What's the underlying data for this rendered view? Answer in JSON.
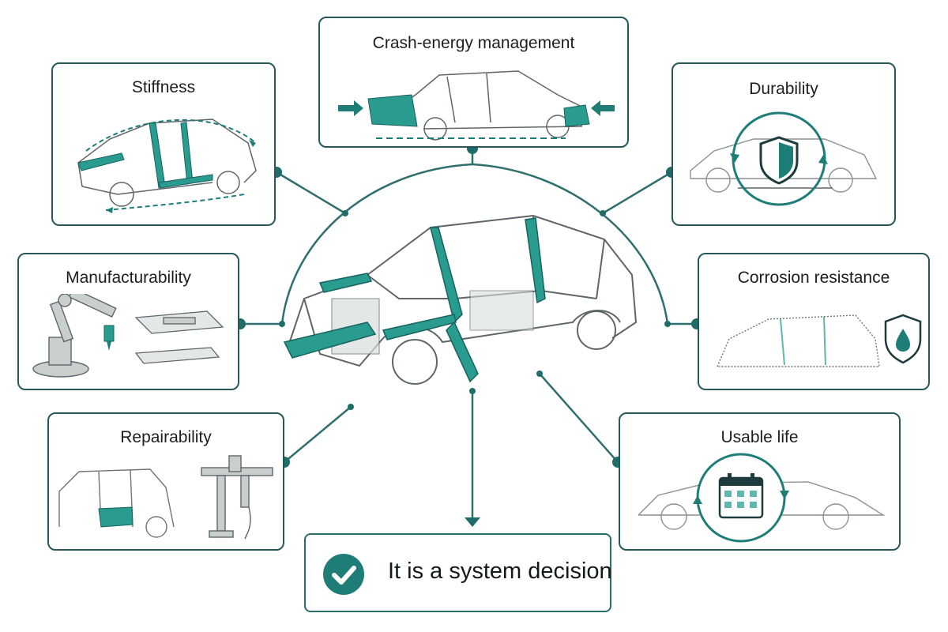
{
  "colors": {
    "accent": "#1f7d78",
    "accent_light": "#5fb8ad",
    "border": "#27585a",
    "line": "#2f6f6d"
  },
  "cards": {
    "stiffness": {
      "title": "Stiffness"
    },
    "crash": {
      "title": "Crash-energy management"
    },
    "durability": {
      "title": "Durability"
    },
    "manufacturability": {
      "title": "Manufacturability"
    },
    "corrosion": {
      "title": "Corrosion resistance"
    },
    "repairability": {
      "title": "Repairability"
    },
    "usable_life": {
      "title": "Usable life"
    }
  },
  "decision": {
    "text": "It is a system decision",
    "icon": "checkmark-icon"
  }
}
